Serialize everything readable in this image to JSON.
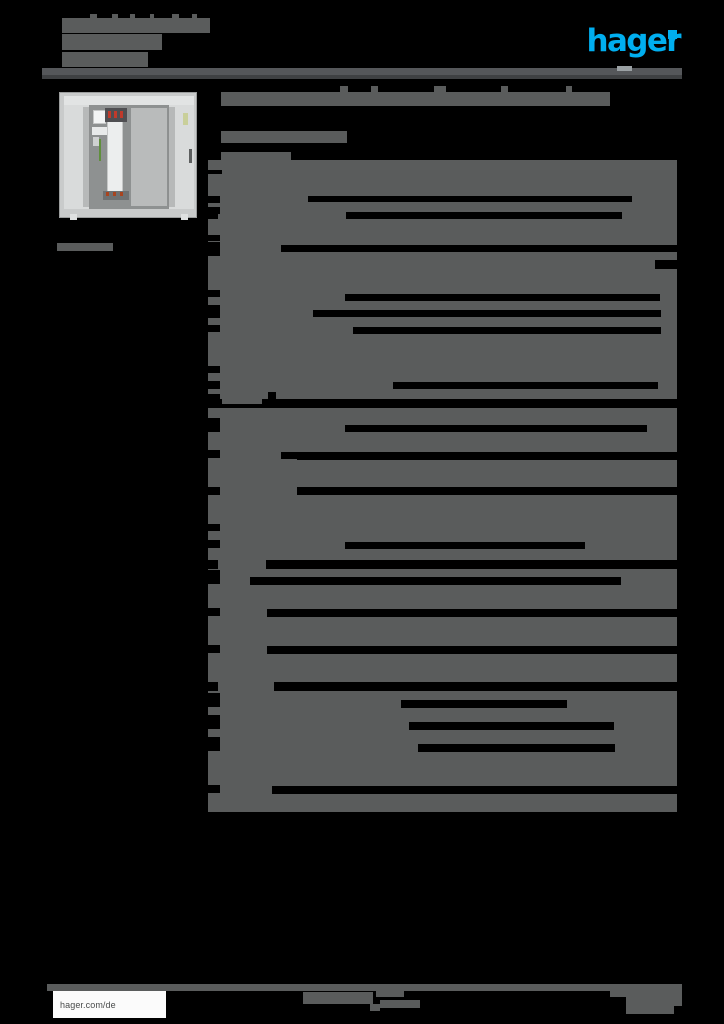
{
  "document": {
    "type": "product-datasheet",
    "language": "de",
    "redacted": true,
    "page_background": "#000000",
    "redaction_fill": "#5a5c5c"
  },
  "header": {
    "brand": "hager",
    "brand_color": "#00aeef",
    "title_lines": [
      "",
      "",
      ""
    ],
    "rule_color": "#55575a"
  },
  "product": {
    "image_alt": "Zaehlerschrank / Verteilerschrank mit geoeffneten Tueren",
    "caption": ""
  },
  "main": {
    "title": "",
    "subtitle": "",
    "subtitle2": "",
    "spec_sections": [
      {
        "heading": "",
        "rows": [
          {
            "label": "",
            "value": ""
          },
          {
            "label": "",
            "value": ""
          },
          {
            "label": "",
            "value": ""
          },
          {
            "label": "",
            "value": ""
          },
          {
            "label": "",
            "value": ""
          },
          {
            "label": "",
            "value": ""
          },
          {
            "label": "",
            "value": ""
          },
          {
            "label": "",
            "value": ""
          },
          {
            "label": "",
            "value": ""
          },
          {
            "label": "",
            "value": ""
          }
        ]
      },
      {
        "heading": "",
        "rows": [
          {
            "label": "",
            "value": ""
          },
          {
            "label": "",
            "value": ""
          },
          {
            "label": "",
            "value": ""
          },
          {
            "label": "",
            "value": ""
          },
          {
            "label": "",
            "value": ""
          },
          {
            "label": "",
            "value": ""
          },
          {
            "label": "",
            "value": ""
          }
        ]
      },
      {
        "heading": "",
        "rows": [
          {
            "label": "",
            "value": ""
          },
          {
            "label": "",
            "value": ""
          },
          {
            "label": "",
            "value": ""
          },
          {
            "label": "",
            "value": ""
          }
        ]
      },
      {
        "heading": "",
        "rows": [
          {
            "label": "",
            "value": ""
          },
          {
            "label": "",
            "value": ""
          },
          {
            "label": "",
            "value": ""
          },
          {
            "label": "",
            "value": ""
          },
          {
            "label": "",
            "value": ""
          }
        ]
      }
    ]
  },
  "footer": {
    "url": "hager.com/de",
    "center_text": "",
    "right_text": "",
    "rule_color": "#55575a"
  }
}
